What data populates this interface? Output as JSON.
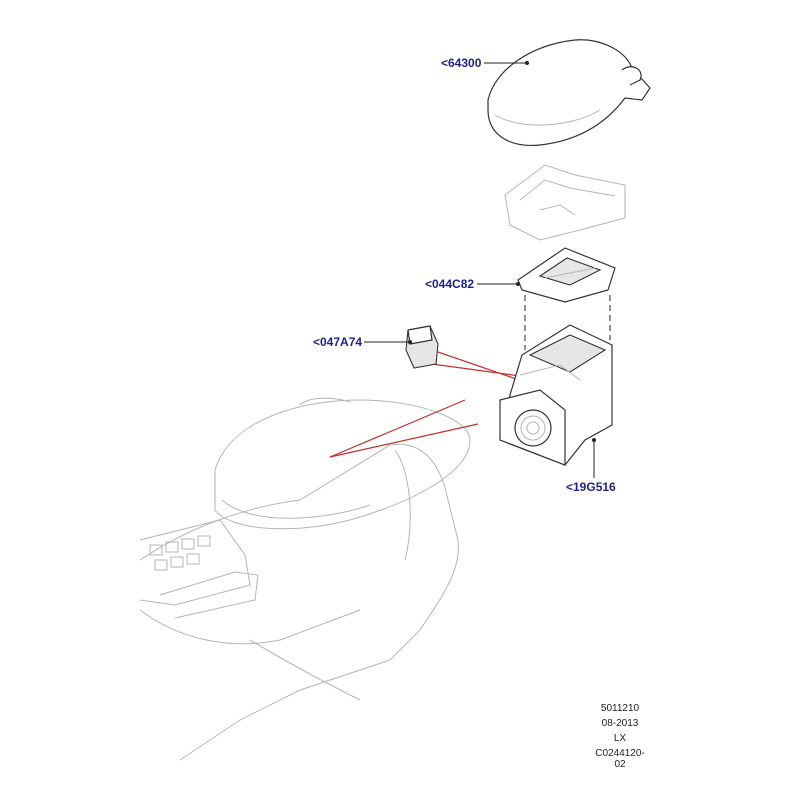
{
  "callouts": {
    "armrest_pad": "<64300",
    "lid_insert": "<044C82",
    "small_part": "<047A74",
    "console_bin": "<19G516"
  },
  "footer": {
    "line1": "5011210",
    "line2": "08-2013",
    "line3": "LX",
    "line4": "C0244120-02"
  },
  "colors": {
    "callout_text": "#1f1f8c",
    "indicator_lines": "#c43030",
    "sheet": "#ffffff",
    "background": "#ffffff"
  }
}
